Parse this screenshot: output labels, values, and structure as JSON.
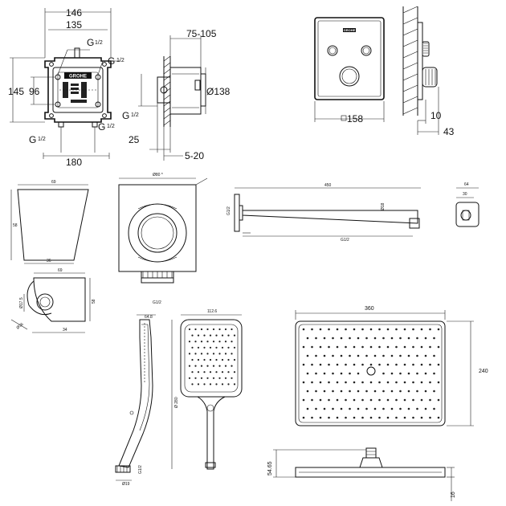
{
  "colors": {
    "line": "#111111",
    "background": "#ffffff",
    "logo": "#111111"
  },
  "icons": [
    "grohe-logo"
  ],
  "mixer_box_front": {
    "dim_146": "146",
    "dim_135": "135",
    "g_top_left": "G",
    "g_top_left_frac": "1/2",
    "g_top_right": "G",
    "g_top_right_frac": "1/2",
    "dim_145": "145",
    "dim_96": "96",
    "g_bottom_left": "G",
    "g_bottom_left_frac": "1/2",
    "g_bottom_right": "G",
    "g_bottom_right_frac": "1/2",
    "dim_180": "180",
    "logo_text": "GROHE"
  },
  "mixer_box_side": {
    "dim_75_105": "75-105",
    "dim_138": "Ø138",
    "g_label": "G",
    "g_frac": "1/2",
    "dim_25": "25",
    "dim_5_20": "5-20"
  },
  "faceplate": {
    "logo_text": "GROHE",
    "dim_158": "158"
  },
  "faceplate_side": {
    "dim_10": "10",
    "dim_43": "43"
  },
  "hose_holder": {
    "dim_top": "69",
    "dim_height": "58",
    "dim_bottom": "36"
  },
  "wall_outlet": {
    "dim_top": "Ø80 *",
    "dim_bottom": "G1/2"
  },
  "shower_arm": {
    "dim_length": "450",
    "dim_left": "G1/2",
    "dim_right": "Ø18",
    "dim_bottom": "G1/2"
  },
  "square_outlet": {
    "dim_64": "64",
    "dim_30": "30"
  },
  "hose_holder_side": {
    "dim_top": "69",
    "dim_left": "Ø17.5",
    "dim_height": "58",
    "dim_angle": "Ø36",
    "dim_bottom": "34"
  },
  "hand_shower_side": {
    "dim_top": "64.8",
    "dim_bottom": "Ø19",
    "dim_right": "G1/2"
  },
  "hand_shower_front": {
    "dim_top": "112.6",
    "dim_height": "Ø 280"
  },
  "head_shower": {
    "dim_width": "360",
    "dim_height": "240",
    "dim_side_height": "54.65",
    "dim_thickness": "16"
  }
}
